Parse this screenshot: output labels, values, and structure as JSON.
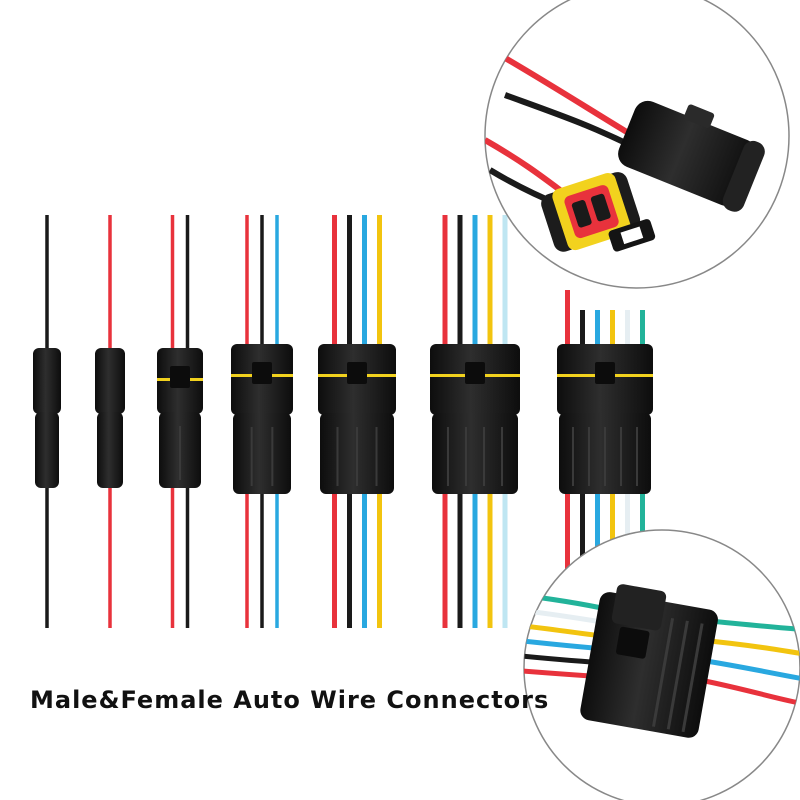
{
  "caption": "Male&Female Auto Wire Connectors",
  "connectors": [
    {
      "name": "1-pin",
      "wires": [
        "black"
      ]
    },
    {
      "name": "1-pin",
      "wires": [
        "red"
      ]
    },
    {
      "name": "2-pin",
      "wires": [
        "red",
        "black"
      ]
    },
    {
      "name": "3-pin",
      "wires": [
        "red",
        "black",
        "blue"
      ]
    },
    {
      "name": "4-pin",
      "wires": [
        "red",
        "black",
        "blue",
        "yellow"
      ]
    },
    {
      "name": "5-pin",
      "wires": [
        "red",
        "black",
        "blue",
        "yellow",
        "lightblue"
      ]
    },
    {
      "name": "6-pin",
      "wires": [
        "red",
        "black",
        "blue",
        "yellow",
        "white",
        "green"
      ]
    }
  ],
  "colors": {
    "red": "#e8323c",
    "black": "#1a1a1a",
    "blue": "#29a8e0",
    "yellow": "#f2c40f",
    "lightblue": "#bfe6f2",
    "white": "#e6eef2",
    "green": "#22b39a",
    "housing": "#161616",
    "seal": "#f2d21e"
  }
}
